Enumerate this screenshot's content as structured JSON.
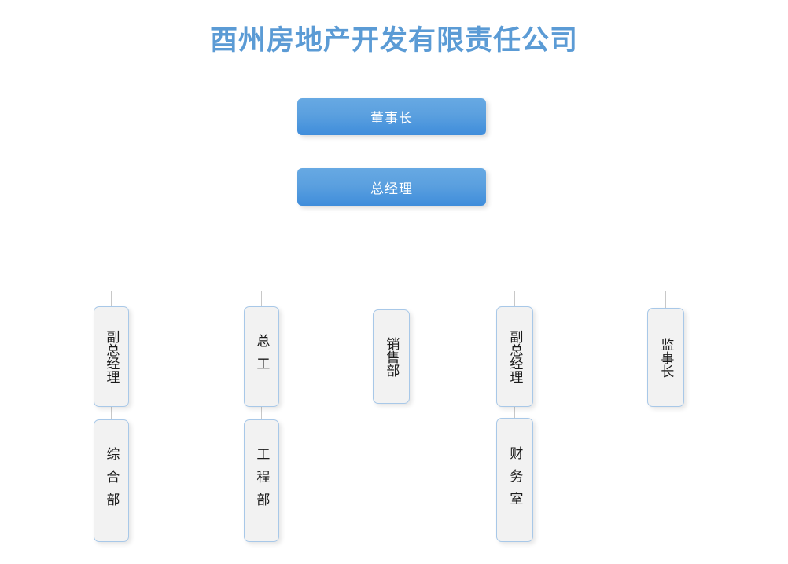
{
  "title": "酉州房地产开发有限责任公司",
  "theme": {
    "title_color": "#5b9bd5",
    "node_blue_top": "#67a9e3",
    "node_blue_bottom": "#3f8ddb",
    "node_light_fill": "#f2f2f2",
    "node_light_border": "#a8c8e8",
    "connector_color": "#c8c8c8"
  },
  "nodes": {
    "chairman": {
      "label": "董事长"
    },
    "general_manager": {
      "label": "总经理"
    },
    "deputy_gm_left": {
      "label": "副总经理"
    },
    "chief_engineer": {
      "label": "总工"
    },
    "sales_dept": {
      "label": "销售部"
    },
    "deputy_gm_right": {
      "label": "副总经理"
    },
    "supervisor_chief": {
      "label": "监事长"
    },
    "general_affairs_dept": {
      "label": "综合部"
    },
    "engineering_dept": {
      "label": "工程部"
    },
    "finance_office": {
      "label": "财务室"
    }
  }
}
